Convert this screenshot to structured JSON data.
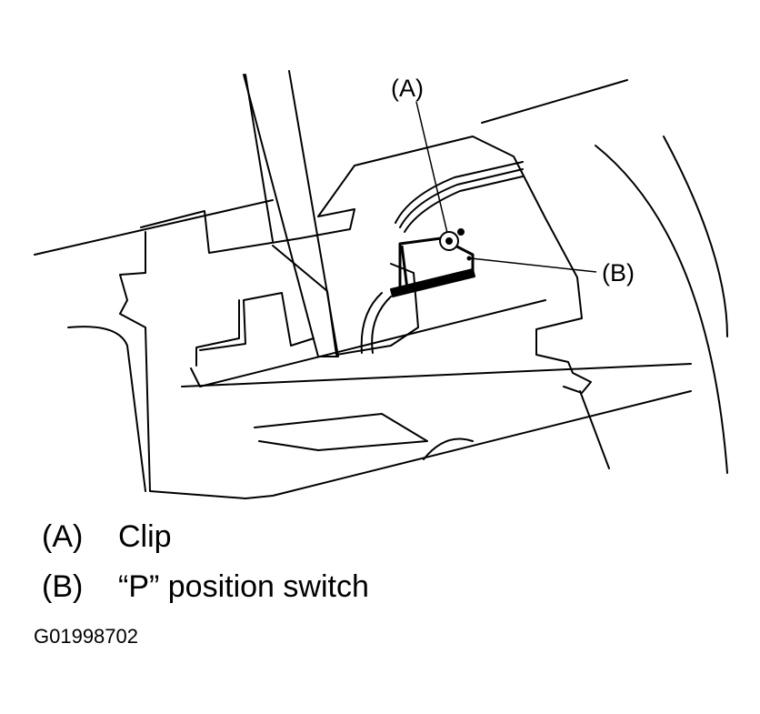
{
  "callouts": {
    "a": "(A)",
    "b": "(B)"
  },
  "legend": [
    {
      "key": "(A)",
      "text": "Clip"
    },
    {
      "key": "(B)",
      "text": "“P” position switch"
    }
  ],
  "figure_id": "G01998702"
}
